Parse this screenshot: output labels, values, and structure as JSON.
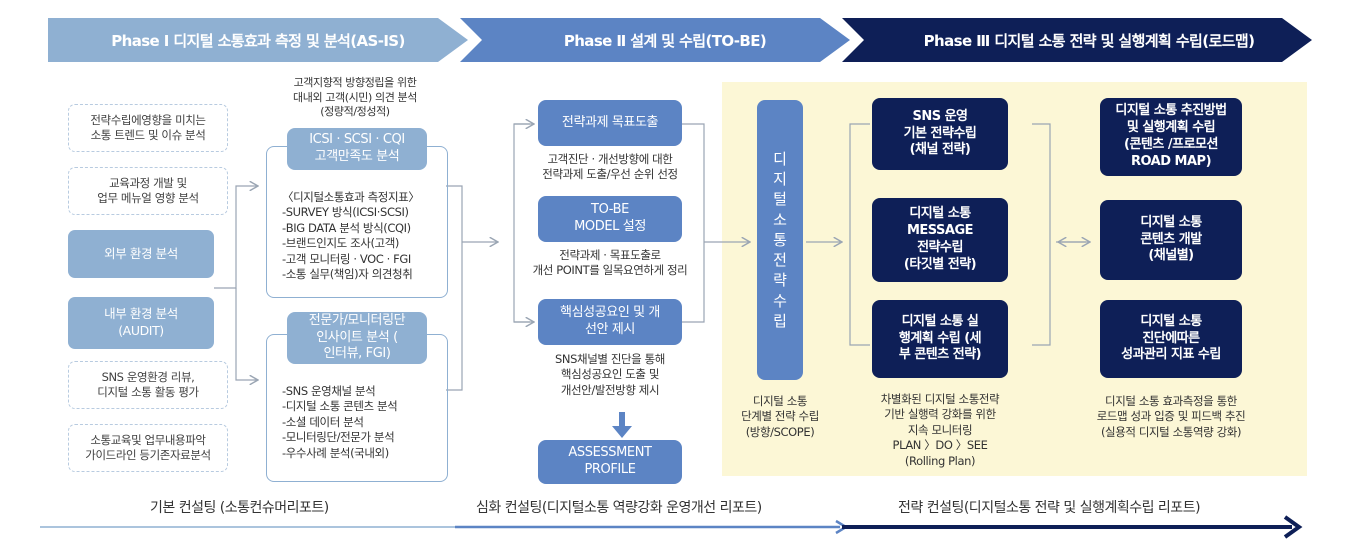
{
  "phases": {
    "p1": "Phase Ⅰ  디지털 소통효과 측정 및 분석(AS-IS)",
    "p2": "Phase Ⅱ  설계 및 수립(TO-BE)",
    "p3": "Phase Ⅲ  디지털 소통 전략 및 실행계획 수립(로드맵)"
  },
  "left": {
    "d1": "전략수립에영향을 미치는\n소통 트렌드 및 이슈 분석",
    "d2": "교육과정 개발 및\n업무 메뉴얼 영향 분석",
    "s1": "외부 환경 분석",
    "s2": "내부 환경 분석\n(AUDIT)",
    "d3": "SNS 운영환경 리뷰,\n디지털 소통 활동 평가",
    "d4": "소통교육및 업무내용파악\n가이드라인 등기존자료분석"
  },
  "col2": {
    "top_note": "고객지향적 방향정립을 위한\n대내외 고객(시민) 의견 분석\n(정량적/정성적)",
    "box1": "ICSI · SCSI · CQI\n고객만족도 분석",
    "list1": "〈디지털소통효과 측정지표〉\n-SURVEY 방식(ICSI·SCSI)\n-BIG DATA 분석 방식(CQI)\n-브랜드인지도 조사(고객)\n-고객 모니터링 · VOC · FGI\n-소통 실무(책임)자 의견청취",
    "box2": "전문가/모니터링단\n인사이트 분석      (\n인터뷰, FGI)",
    "list2": "-SNS 운영채널 분석\n-디지털 소통 콘텐츠 분석\n-소셜 데이터 분석\n-모니터링단/전문가 분석\n-우수사례 분석(국내외)"
  },
  "col3": {
    "b1": "전략과제 목표도출",
    "n1": "고객진단 · 개선방향에 대한\n전략과제 도출/우선 순위 선정",
    "b2": "TO-BE\nMODEL 설정",
    "n2": "전략과제 · 목표도출로\n개선 POINT를 일목요연하게 정리",
    "b3": "핵심성공요인 및 개\n선안 제시",
    "n3": "SNS채널별 진단을 통해\n핵심성공요인 도출 및\n개선안/발전방향 제시",
    "b4": "ASSESSMENT\nPROFILE"
  },
  "col4": {
    "vbar": [
      "디",
      "지",
      "털",
      "소",
      "통",
      "전",
      "략",
      "수",
      "립"
    ],
    "note": "디지털 소통\n단계별 전략 수립\n(방향/SCOPE)"
  },
  "col5": {
    "b1": "SNS 운영\n기본 전략수립\n(채널 전략)",
    "b2": "디지털 소통\nMESSAGE\n전략수립\n(타깃별 전략)",
    "b3": "디지털 소통       실\n행계획 수립      (세\n부 콘텐츠 전략)",
    "note": "차별화된 디지털 소통전략\n기반 실행력 강화를 위한\n지속 모니터링\nPLAN 〉DO 〉SEE\n(Rolling Plan)"
  },
  "col6": {
    "b1": "디지털 소통 추진방법\n및 실행계획 수립\n(콘텐츠 /프로모션\nROAD MAP)",
    "b2": "디지털 소통\n콘텐츠 개발\n(채널별)",
    "b3": "디지털 소통\n진단에따른\n성과관리 지표 수립",
    "note": "디지털 소통 효과측정을 통한\n로드맵 성과 입증 및 피드백 추진\n(실용적 디지털 소통역량 강화)"
  },
  "footer": {
    "f1": "기본 컨설팅 (소통컨슈머리포트)",
    "f2": "심화 컨설팅(디지털소통 역량강화 운영개선 리포트)",
    "f3": "전략 컨설팅(디지털소통 전략 및 실행계획수립 리포트)"
  },
  "colors": {
    "light": "#8fb0d2",
    "mid": "#5c84c4",
    "navy": "#0e1f57",
    "yellow": "#fcf7d6"
  }
}
